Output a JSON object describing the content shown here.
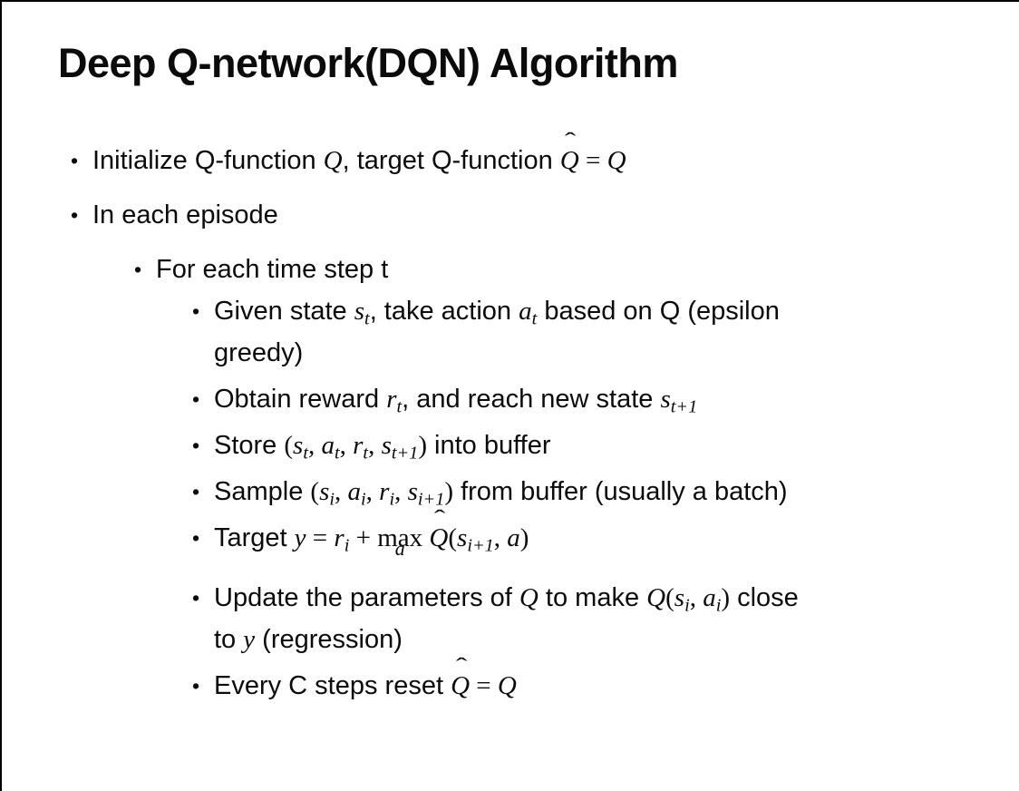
{
  "slide": {
    "title": "Deep Q-network(DQN) Algorithm",
    "bullet_marker": "•",
    "background_color": "#ffffff",
    "text_color": "#0b0b0b",
    "border_color": "#000000",
    "content": [
      {
        "level": 1,
        "parts": [
          {
            "text": "Initialize Q-function "
          },
          {
            "math": [
              {
                "v": "Q"
              }
            ]
          },
          {
            "text": ", target Q-function "
          },
          {
            "math": [
              {
                "v": "Q",
                "hat": true
              },
              {
                "op": " = "
              },
              {
                "v": "Q"
              }
            ]
          }
        ]
      },
      {
        "level": 1,
        "parts": [
          {
            "text": "In each episode"
          }
        ]
      },
      {
        "level": 2,
        "parts": [
          {
            "text": "For each time step t"
          }
        ]
      },
      {
        "level": 3,
        "parts": [
          {
            "text": "Given state "
          },
          {
            "math": [
              {
                "v": "s",
                "sub": "t"
              }
            ]
          },
          {
            "text": ", take action "
          },
          {
            "math": [
              {
                "v": "a",
                "sub": "t"
              }
            ]
          },
          {
            "text": " based on Q (epsilon"
          },
          {
            "br": true
          },
          {
            "text": "greedy)"
          }
        ]
      },
      {
        "level": 3,
        "parts": [
          {
            "text": "Obtain reward "
          },
          {
            "math": [
              {
                "v": "r",
                "sub": "t"
              }
            ]
          },
          {
            "text": ", and reach new state "
          },
          {
            "math": [
              {
                "v": "s",
                "sub": "t+1"
              }
            ]
          }
        ]
      },
      {
        "level": 3,
        "parts": [
          {
            "text": "Store "
          },
          {
            "math": [
              {
                "op": "("
              },
              {
                "v": "s",
                "sub": "t"
              },
              {
                "op": ", "
              },
              {
                "v": "a",
                "sub": "t"
              },
              {
                "op": ", "
              },
              {
                "v": "r",
                "sub": "t"
              },
              {
                "op": ", "
              },
              {
                "v": "s",
                "sub": "t+1"
              },
              {
                "op": ")"
              }
            ]
          },
          {
            "text": " into buffer"
          }
        ]
      },
      {
        "level": 3,
        "parts": [
          {
            "text": "Sample "
          },
          {
            "math": [
              {
                "op": "("
              },
              {
                "v": "s",
                "sub": "i"
              },
              {
                "op": ", "
              },
              {
                "v": "a",
                "sub": "i"
              },
              {
                "op": ", "
              },
              {
                "v": "r",
                "sub": "i"
              },
              {
                "op": ", "
              },
              {
                "v": "s",
                "sub": "i+1"
              },
              {
                "op": ")"
              }
            ]
          },
          {
            "text": " from buffer (usually a batch)"
          }
        ]
      },
      {
        "level": 3,
        "extra_below": true,
        "parts": [
          {
            "text": "Target "
          },
          {
            "math": [
              {
                "v": "y"
              },
              {
                "op": " = "
              },
              {
                "v": "r",
                "sub": "i"
              },
              {
                "op": " + "
              },
              {
                "underop": "max",
                "under": "a"
              },
              {
                "op": " "
              },
              {
                "v": "Q",
                "hat": true
              },
              {
                "op": "("
              },
              {
                "v": "s",
                "sub": "i+1"
              },
              {
                "op": ", "
              },
              {
                "v": "a"
              },
              {
                "op": ")"
              }
            ]
          }
        ]
      },
      {
        "level": 3,
        "parts": [
          {
            "text": "Update the parameters of "
          },
          {
            "math": [
              {
                "v": "Q"
              }
            ]
          },
          {
            "text": " to make "
          },
          {
            "math": [
              {
                "v": "Q"
              },
              {
                "op": "("
              },
              {
                "v": "s",
                "sub": "i"
              },
              {
                "op": ", "
              },
              {
                "v": "a",
                "sub": "i"
              },
              {
                "op": ")"
              }
            ]
          },
          {
            "text": " close"
          },
          {
            "br": true
          },
          {
            "text": "to "
          },
          {
            "math": [
              {
                "v": "y"
              }
            ]
          },
          {
            "text": " (regression)"
          }
        ]
      },
      {
        "level": 3,
        "parts": [
          {
            "text": "Every C steps reset "
          },
          {
            "math": [
              {
                "v": "Q",
                "hat": true
              },
              {
                "op": " = "
              },
              {
                "v": "Q"
              }
            ]
          }
        ]
      }
    ]
  }
}
